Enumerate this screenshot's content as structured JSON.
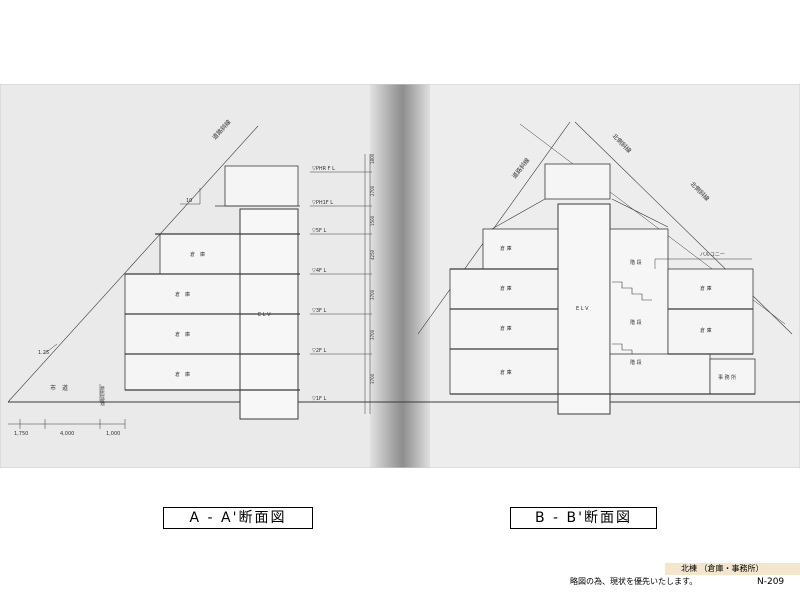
{
  "captions": {
    "aa": "A - A'断面図",
    "bb": "B - B'断面図"
  },
  "footer": {
    "building_tag": "北棟 （倉庫・事務所）",
    "note": "略図の為、現状を優先いたします。",
    "page_number": "N-209"
  },
  "drawing_a": {
    "setback_label": "道路斜線",
    "slope_ratio": "10",
    "slope_ratio_side": "1.25",
    "elv": "E L V",
    "road": "市　道",
    "road_boundary": "道路境界線",
    "room": "倉　庫",
    "dim_1750": "1,750",
    "dim_4000": "4,000",
    "dim_1000": "1,000",
    "floor_levels": [
      "▽PHR F L",
      "▽PH1F L",
      "▽5F L",
      "▽4F L",
      "▽3F L",
      "▽2F L",
      "▽1F L"
    ],
    "heights": [
      "1800",
      "2700",
      "1500",
      "4250",
      "3700",
      "3700",
      "3700"
    ]
  },
  "drawing_b": {
    "setback_1": "道路斜線",
    "setback_2": "北側斜線",
    "setback_3": "北側斜線",
    "elv": "E L V",
    "stairs": "階 段",
    "warehouse": "倉 庫",
    "office": "事 務 所",
    "balcony": "バルコニー"
  }
}
